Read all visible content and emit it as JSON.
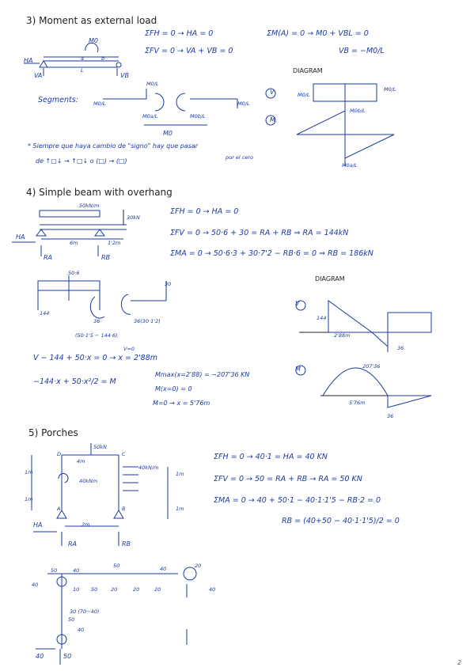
{
  "s3": {
    "heading": "3) Moment as external load",
    "eqH": "ΣFH = 0 → HA = 0",
    "eqV": "ΣFV = 0 → VA + VB = 0",
    "eqM": "ΣM(A) = 0 → M0 + VBL = 0",
    "VB": "VB = −M0/L",
    "diagram": "DIAGRAM",
    "segments": "Segments:",
    "note1": "* Siempre que haya cambio de \"signo\" hay que pasar",
    "note2": "de ↑□↓ → ↑□↓ o (□) → (□)",
    "note3": "por el cero",
    "lab_M0": "M0",
    "lab_HA": "HA",
    "lab_VA": "VA",
    "lab_VB": "VB",
    "lab_a": "a",
    "lab_b": "b",
    "lab_L": "L",
    "lab_M0L": "M0/L",
    "lab_M0La": "M0a/L",
    "lab_M0Lb": "M0b/L",
    "lab_V": "V",
    "lab_M": "M"
  },
  "s4": {
    "heading": "4) Simple beam with overhang",
    "eqH": "ΣFH = 0 → HA = 0",
    "eqV": "ΣFV = 0 → 50·6 + 30 = RA + RB ⇒ RA = 144kN",
    "eqM": "ΣMA = 0 → 50·6·3 + 30·7'2 − RB·6 = 0 ⇒ RB = 186kN",
    "diagram": "DIAGRAM",
    "load": "50kN/m",
    "point": "30kN",
    "span": "6m",
    "over": "1'2m",
    "v1": "V − 144 + 50·x = 0 → x = 2'88m",
    "m1": "−144·x + 50·x²/2 = M",
    "mmax": "Mmax(x=2'88) = −207'36 KN",
    "mx0": "M(x=0) = 0",
    "m0": "M=0 → x = 5'76m",
    "vzero": "V=0",
    "lab_506": "50·6",
    "lab_144": "144",
    "lab_36": "36",
    "lab_30": "30",
    "lab_3630": "36(30·1'2)",
    "lab_50": "(50·1'5 − 144·6)",
    "lab_288": "2'88m",
    "lab_576": "5'76m",
    "lab_20736": "207'36",
    "lab_RA": "RA",
    "lab_RB": "RB",
    "lab_HA": "HA"
  },
  "s5": {
    "heading": "5) Porches",
    "eqH": "ΣFH = 0 → 40·1 = HA = 40 KN",
    "eqV": "ΣFV = 0 → 50 = RA + RB → RA = 50 KN",
    "eqM": "ΣMA = 0 → 40 + 50·1 − 40·1·1'5 − RB·2 = 0",
    "RB": "RB = (40+50 − 40·1·1'5)/2 = 0",
    "load50": "50kN",
    "load40": "40kN/m",
    "mom40": "40kNm",
    "d4": "4m",
    "d2": "2m",
    "d1m": "1m",
    "lab_A": "A",
    "lab_B": "B",
    "lab_C": "C",
    "lab_D": "D",
    "lab_HA": "HA",
    "lab_RA": "RA",
    "lab_RB": "RB",
    "lab_40": "40",
    "lab_50": "50",
    "lab_20": "20",
    "lab_10": "10",
    "lab_3040": "30 (70−40)"
  },
  "page_number": "2"
}
